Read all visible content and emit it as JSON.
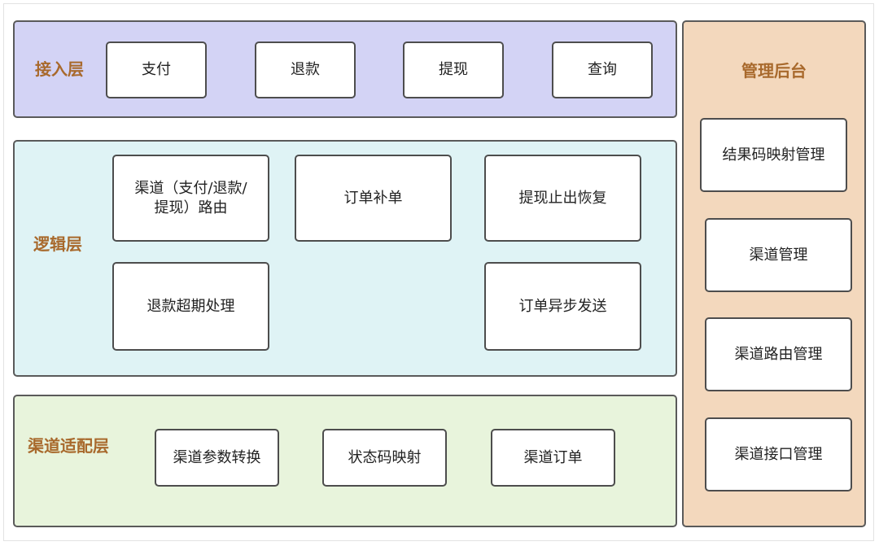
{
  "access_layer": {
    "title": "接入层",
    "items": [
      "支付",
      "退款",
      "提现",
      "查询"
    ]
  },
  "logic_layer": {
    "title": "逻辑层",
    "items": [
      "渠道（支付/退款/提现）路由",
      "订单补单",
      "提现止出恢复",
      "退款超期处理",
      "订单异步发送"
    ]
  },
  "adapter_layer": {
    "title": "渠道适配层",
    "items": [
      "渠道参数转换",
      "状态码映射",
      "渠道订单"
    ]
  },
  "admin_panel": {
    "title": "管理后台",
    "items": [
      "结果码映射管理",
      "渠道管理",
      "渠道路由管理",
      "渠道接口管理"
    ]
  },
  "colors": {
    "access_bg": "#d3d3f5",
    "logic_bg": "#dff3f5",
    "adapter_bg": "#e8f4dc",
    "admin_bg": "#f3d8bd",
    "title_text": "#a8692c"
  }
}
